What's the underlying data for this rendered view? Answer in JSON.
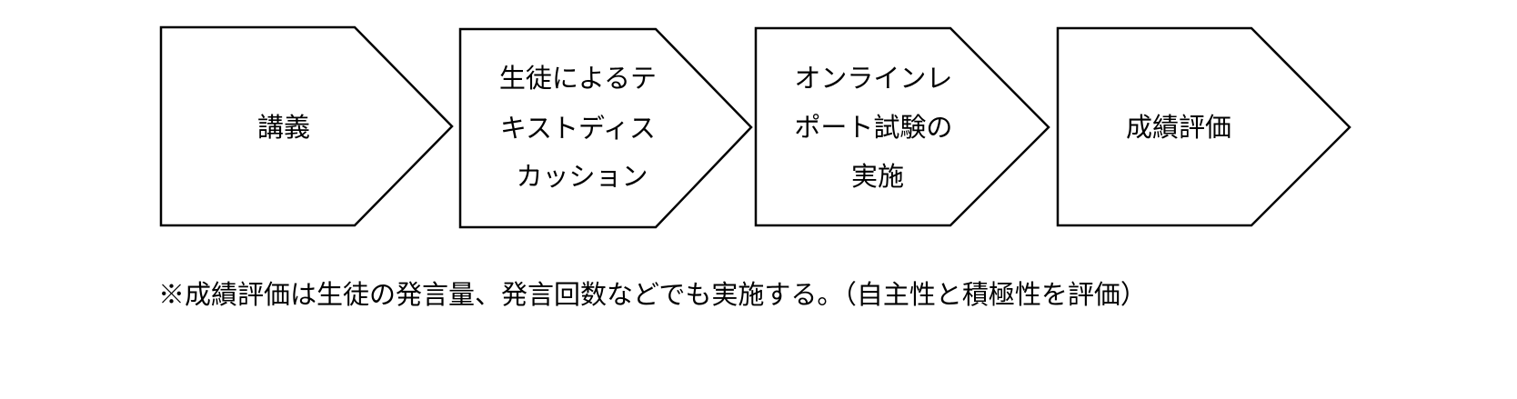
{
  "steps": [
    {
      "lines": [
        "講義"
      ]
    },
    {
      "lines": [
        "生徒によるテ",
        "キストディス",
        "カッション"
      ]
    },
    {
      "lines": [
        "オンラインレ",
        "ポート試験の",
        "実施"
      ]
    },
    {
      "lines": [
        "成績評価"
      ]
    }
  ],
  "footnote": "※成績評価は生徒の発言量、発言回数などでも実施する。（自主性と積極性を評価）"
}
